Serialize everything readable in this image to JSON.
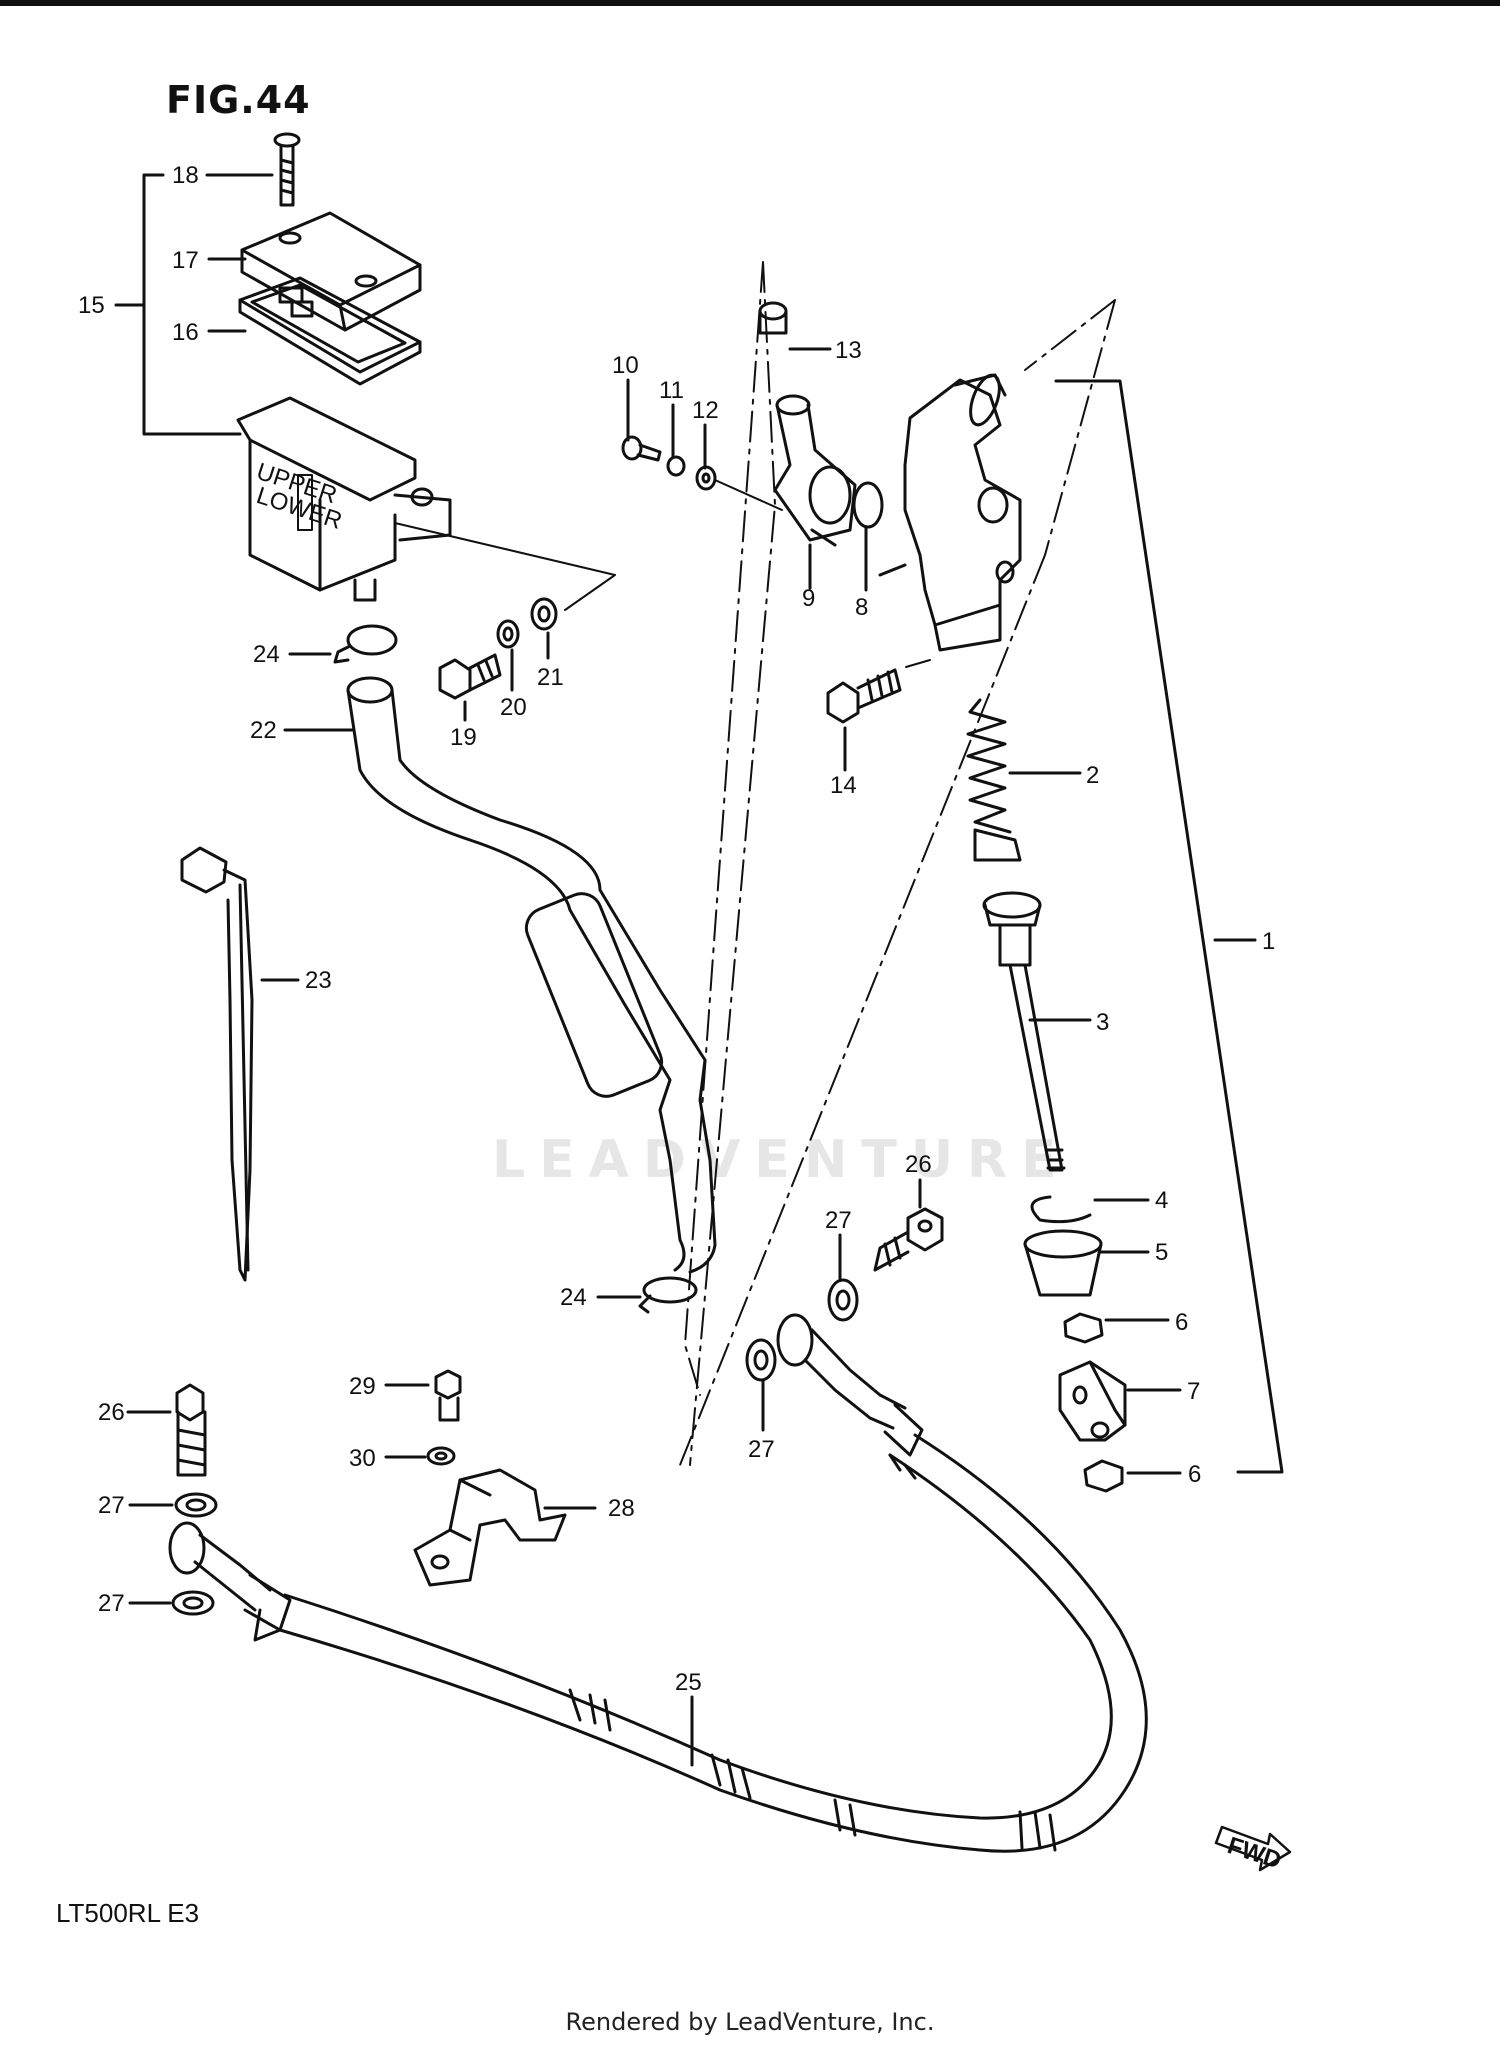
{
  "figure_title": "FIG.44",
  "model_code": "LT500RL  E3",
  "credit": "Rendered by LeadVenture, Inc.",
  "watermark": "LEADVENTURE",
  "fwd_label": "FWD",
  "reservoir_labels": {
    "upper": "UPPER",
    "lower": "LOWER"
  },
  "callouts": [
    "1",
    "2",
    "3",
    "4",
    "5",
    "6",
    "6",
    "7",
    "8",
    "9",
    "10",
    "11",
    "12",
    "13",
    "14",
    "15",
    "16",
    "17",
    "18",
    "19",
    "20",
    "21",
    "22",
    "23",
    "24",
    "24",
    "25",
    "26",
    "26",
    "27",
    "27",
    "27",
    "27",
    "28",
    "29",
    "30"
  ]
}
